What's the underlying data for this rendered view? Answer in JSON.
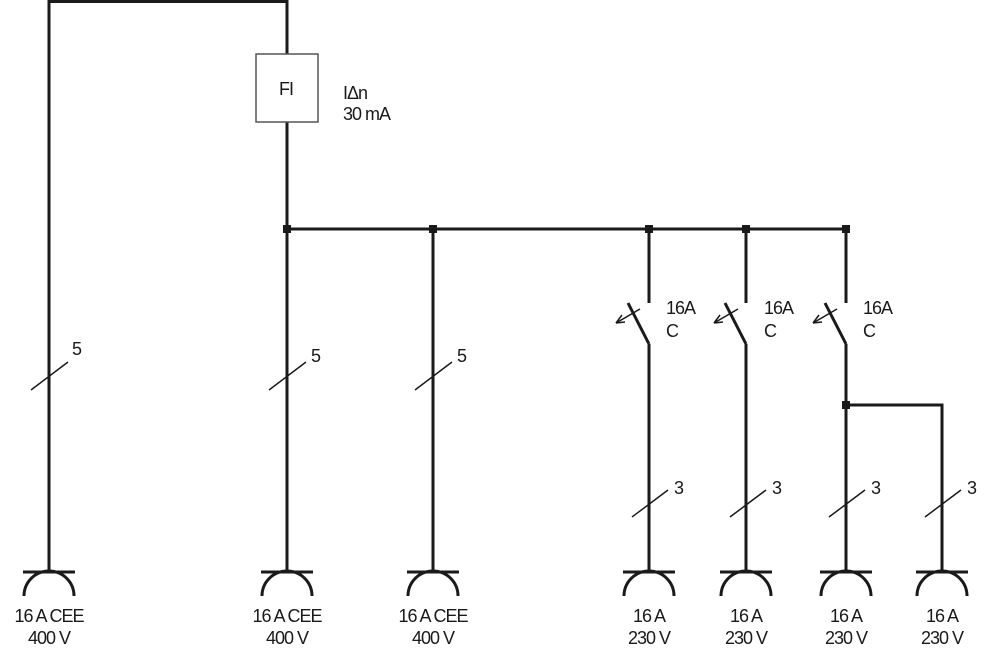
{
  "rcd": {
    "label": "FI",
    "rating_line1": "IΔn",
    "rating_line2": "30 mA"
  },
  "breakers": [
    {
      "current": "16A",
      "curve": "C"
    },
    {
      "current": "16A",
      "curve": "C"
    },
    {
      "current": "16A",
      "curve": "C"
    }
  ],
  "cable_counts": [
    "5",
    "5",
    "5",
    "3",
    "3",
    "3",
    "3"
  ],
  "sockets": [
    {
      "line1": "16 A CEE",
      "line2": "400 V"
    },
    {
      "line1": "16 A CEE",
      "line2": "400 V"
    },
    {
      "line1": "16 A CEE",
      "line2": "400 V"
    },
    {
      "line1": "16 A",
      "line2": "230 V"
    },
    {
      "line1": "16 A",
      "line2": "230 V"
    },
    {
      "line1": "16 A",
      "line2": "230 V"
    },
    {
      "line1": "16 A",
      "line2": "230 V"
    }
  ]
}
